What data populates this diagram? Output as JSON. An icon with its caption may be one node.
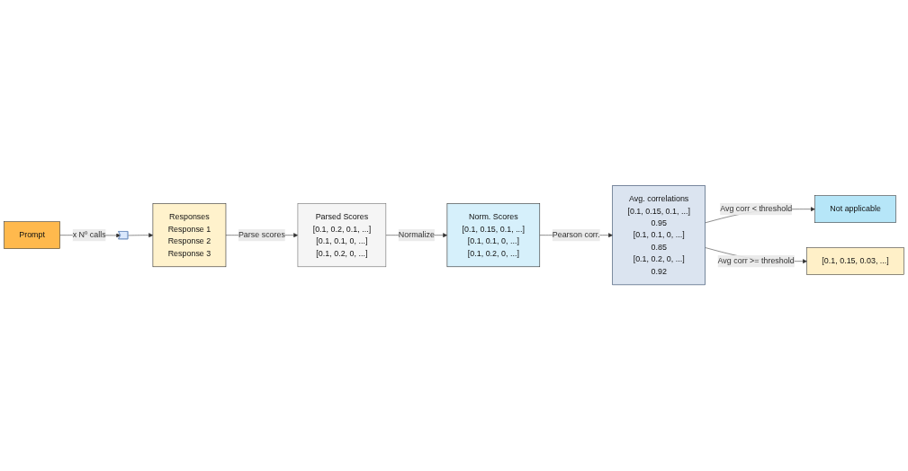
{
  "diagram": {
    "nodes": [
      {
        "text": [
          "Prompt"
        ]
      },
      {
        "text": [],
        "shape": "chevron"
      },
      {
        "text": [
          "Responses",
          "Response 1",
          "Response 2",
          "Response 3"
        ]
      },
      {
        "text": [
          "Parsed Scores",
          "[0.1, 0.2, 0.1, ...]",
          "[0.1, 0.1, 0, ...]",
          "[0.1, 0.2, 0, ...]"
        ]
      },
      {
        "text": [
          "Norm. Scores",
          "[0.1, 0.15, 0.1, ...]",
          "[0.1, 0.1, 0, ...]",
          "[0.1, 0.2, 0, ...]"
        ]
      },
      {
        "text": [
          "Avg. correlations",
          "[0.1, 0.15, 0.1, ...]",
          "0.95",
          "[0.1, 0.1, 0, ...]",
          "0.85",
          "[0.1, 0.2, 0, ...]",
          "0.92"
        ]
      },
      {
        "text": [
          "Not applicable"
        ]
      },
      {
        "text": [
          "[0.1, 0.15, 0.03, ...]"
        ]
      }
    ],
    "edges": [
      {
        "from": 0,
        "to": 1,
        "label": "x Nº calls",
        "arrow": "to"
      },
      {
        "from": 1,
        "to": 2,
        "arrow": "to"
      },
      {
        "from": 2,
        "to": 3,
        "label": "Parse scores",
        "arrow": "to"
      },
      {
        "from": 3,
        "to": 4,
        "label": "Normalize",
        "arrow": "to"
      },
      {
        "from": 4,
        "to": 5,
        "label": "Pearson corr.",
        "arrow": "to"
      },
      {
        "from": 5,
        "to": 6,
        "label": "Avg corr < threshold",
        "arrow": "to"
      },
      {
        "from": 5,
        "to": 7,
        "label": "Avg corr >= threshold",
        "arrow": "to"
      }
    ]
  }
}
